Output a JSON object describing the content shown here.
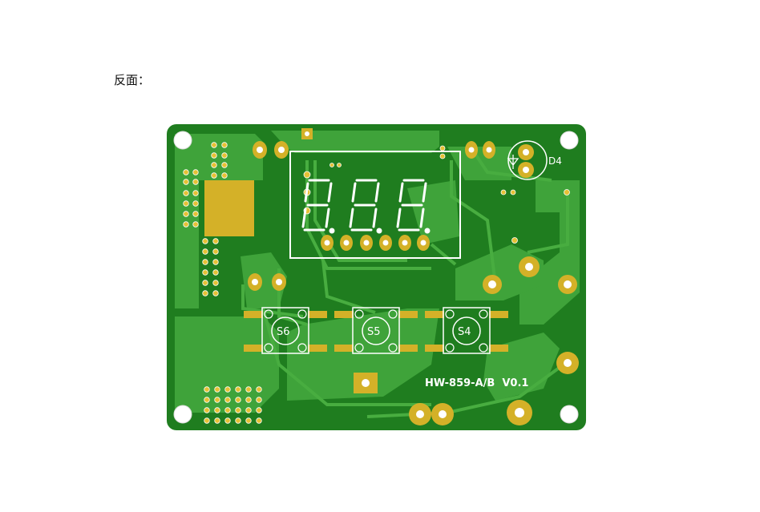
{
  "page": {
    "caption": "反面："
  },
  "board": {
    "model_label": "HW-859-A/B  V0.1",
    "display_digits": [
      "8.",
      "8.",
      "8."
    ],
    "components": {
      "led": "D4",
      "buttons": [
        "S6",
        "S5",
        "S4"
      ]
    },
    "colors": {
      "substrate": "#1d7a1d",
      "copper": "#3fa33a",
      "pad_gold": "#d4b128",
      "silkscreen": "#ffffff"
    }
  }
}
